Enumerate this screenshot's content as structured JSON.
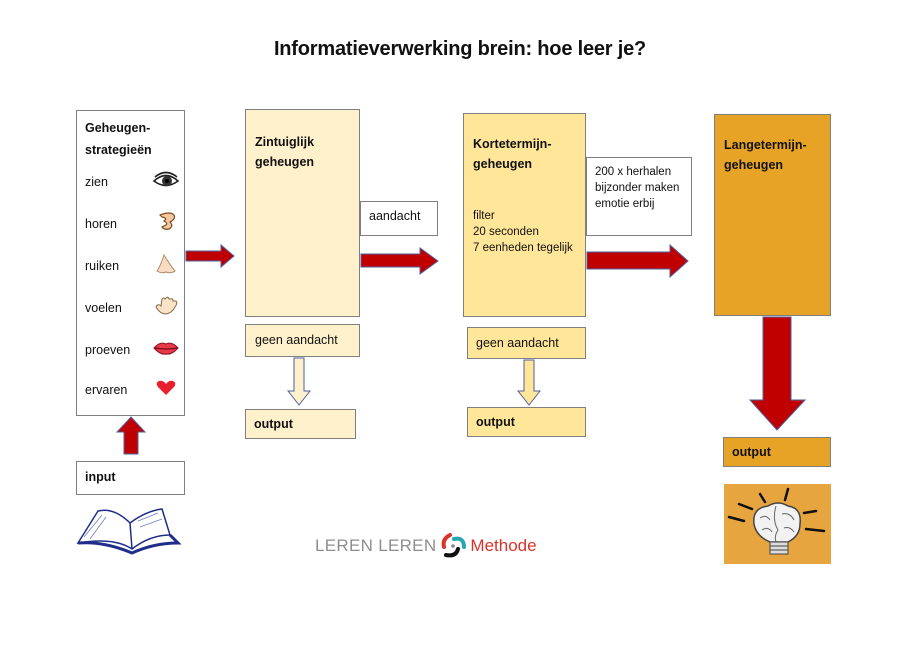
{
  "title": "Informatieverwerking brein: hoe leer je?",
  "strategies": {
    "heading_line1": "Geheugen-",
    "heading_line2": "strategieën",
    "items": [
      {
        "label": "zien",
        "icon": "eye-icon"
      },
      {
        "label": "horen",
        "icon": "ear-icon"
      },
      {
        "label": "ruiken",
        "icon": "nose-icon"
      },
      {
        "label": "voelen",
        "icon": "hand-icon"
      },
      {
        "label": "proeven",
        "icon": "lips-icon"
      },
      {
        "label": "ervaren",
        "icon": "heart-icon"
      }
    ]
  },
  "input": {
    "label": "input",
    "icon": "open-book-icon"
  },
  "sensory": {
    "title_line1": "Zintuiglijk",
    "title_line2": "geheugen",
    "attention_label": "aandacht",
    "no_attention_label": "geen aandacht",
    "output_label": "output"
  },
  "short_term": {
    "title_line1": "Kortetermijn-",
    "title_line2": "geheugen",
    "details": [
      "filter",
      "20 seconden",
      "7 eenheden tegelijk"
    ],
    "strategies": [
      "200 x herhalen",
      "bijzonder maken",
      "emotie erbij"
    ],
    "no_attention_label": "geen aandacht",
    "output_label": "output"
  },
  "long_term": {
    "title_line1": "Langetermijn-",
    "title_line2": "geheugen",
    "output_label": "output",
    "icon": "brain-lightbulb-icon"
  },
  "logo": {
    "part1": "LEREN LEREN",
    "part2": "Methode"
  },
  "colors": {
    "arrow_red": "#c00000",
    "arrow_border": "#4f5f9f",
    "pale": "#fff1cc",
    "mid": "#ffe699",
    "dark": "#e6a325"
  }
}
